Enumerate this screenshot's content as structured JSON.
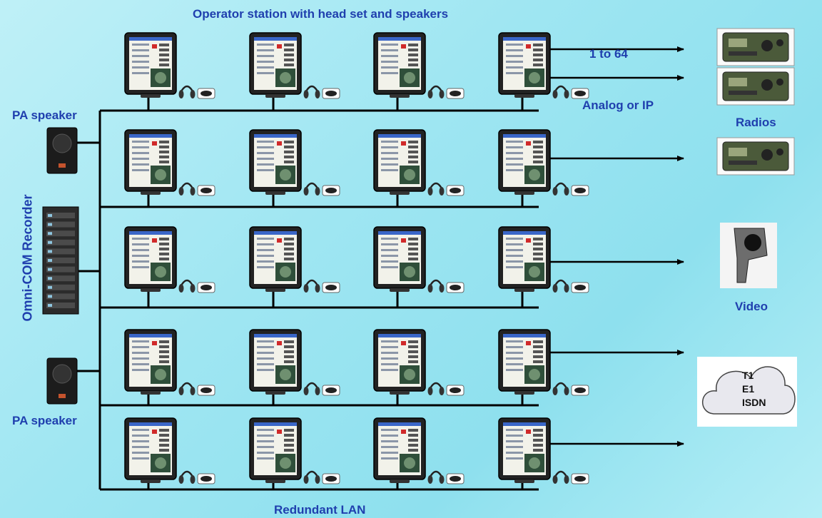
{
  "labels": {
    "top_title": "Operator station with head set and speakers",
    "count": "1 to 64",
    "analog_ip": "Analog or IP",
    "radios": "Radios",
    "video": "Video",
    "pa_speaker_top": "PA speaker",
    "pa_speaker_bottom": "PA speaker",
    "recorder": "Omni-COM Recorder",
    "lan": "Redundant LAN"
  },
  "network_services": [
    "T1",
    "E1",
    "ISDN"
  ],
  "colors": {
    "label_blue": "#1f3fae",
    "line": "#000000",
    "background": "#a8e8f2"
  }
}
